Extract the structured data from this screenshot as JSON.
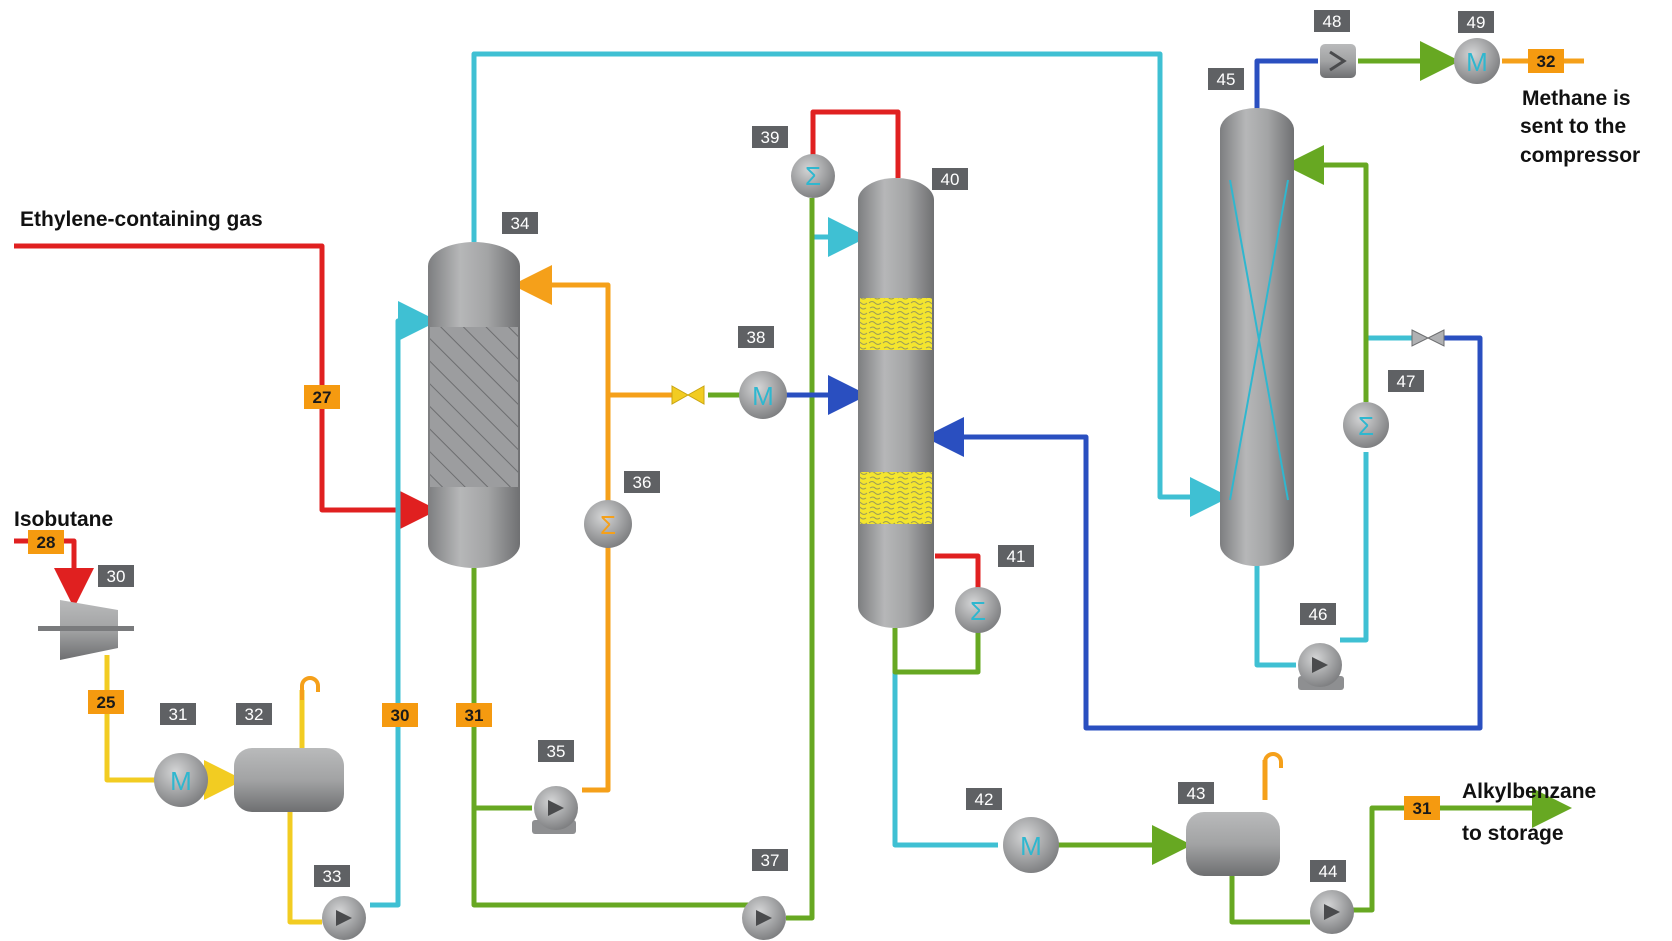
{
  "labels": {
    "ethylene_gas": "Ethylene-containing gas",
    "isobutane": "Isobutane",
    "methane_line1": "Methane is",
    "methane_line2": "sent to the",
    "methane_line3": "compressor",
    "alkylbenzene_line1": "Alkylbenzane",
    "alkylbenzene_line2": "to storage"
  },
  "equipment_tags": {
    "t30": "30",
    "t31": "31",
    "t32": "32",
    "t33": "33",
    "t34": "34",
    "t35": "35",
    "t36": "36",
    "t37": "37",
    "t38": "38",
    "t39": "39",
    "t40": "40",
    "t41": "41",
    "t42": "42",
    "t43": "43",
    "t44": "44",
    "t45": "45",
    "t46": "46",
    "t47": "47",
    "t48": "48",
    "t49": "49"
  },
  "stream_tags": {
    "s27": "27",
    "s28": "28",
    "s25": "25",
    "s30": "30",
    "s31a": "31",
    "s32": "32",
    "s31b": "31"
  },
  "icon_glyphs": {
    "motor": "M",
    "heat_exchanger": "Σ"
  },
  "colors": {
    "red": "#e02020",
    "orange": "#f5a01a",
    "yellow": "#f2cc22",
    "cyan": "#3fc0d3",
    "green": "#67a822",
    "blue": "#2a4fc0",
    "vessel": "#9a9b9c",
    "tag_gray": "#5f6164",
    "tag_orange": "#f59a10",
    "packing": "#f6e838"
  }
}
